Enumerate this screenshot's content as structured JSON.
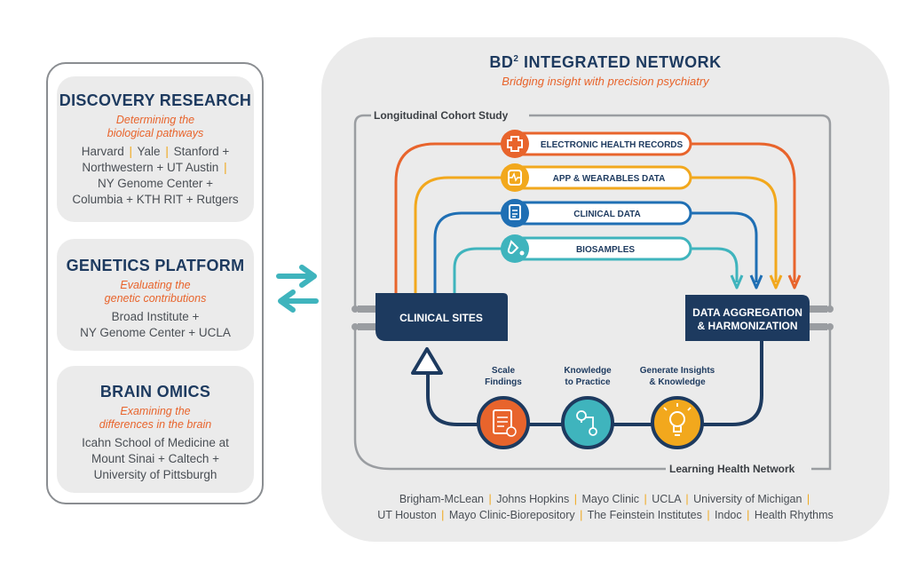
{
  "left_cards": [
    {
      "title": "DISCOVERY RESEARCH",
      "subtitle_lines": [
        "Determining the",
        "biological pathways"
      ],
      "inst_lines": [
        [
          "Harvard",
          "|",
          "Yale",
          "|",
          "Stanford +"
        ],
        [
          "Northwestern + UT Austin",
          "|"
        ],
        [
          "NY Genome Center +"
        ],
        [
          "Columbia + KTH RIT + Rutgers"
        ]
      ]
    },
    {
      "title": "GENETICS PLATFORM",
      "subtitle_lines": [
        "Evaluating the",
        "genetic contributions"
      ],
      "inst_lines": [
        [
          "Broad Institute +"
        ],
        [
          "NY Genome Center + UCLA"
        ]
      ]
    },
    {
      "title": "BRAIN OMICS",
      "subtitle_lines": [
        "Examining the",
        "differences in the brain"
      ],
      "inst_lines": [
        [
          "Icahn School of Medicine at"
        ],
        [
          "Mount Sinai + Caltech +"
        ],
        [
          "University of Pittsburgh"
        ]
      ]
    }
  ],
  "network": {
    "title_main": "BD",
    "title_sup": "2",
    "title_rest": " INTEGRATED NETWORK",
    "subtitle": "Bridging insight with precision psychiatry",
    "cohort_label": "Longitudinal Cohort Study",
    "learning_label": "Learning Health Network",
    "clinical_sites": "CLINICAL SITES",
    "aggregation_line1": "DATA AGGREGATION",
    "aggregation_line2": "& HARMONIZATION",
    "streams": [
      "ELECTRONIC HEALTH RECORDS",
      "APP & WEARABLES DATA",
      "CLINICAL DATA",
      "BIOSAMPLES"
    ],
    "cycle": [
      {
        "line1": "Scale",
        "line2": "Findings"
      },
      {
        "line1": "Knowledge",
        "line2": "to Practice"
      },
      {
        "line1": "Generate Insights",
        "line2": "& Knowledge"
      }
    ],
    "footer_line1": [
      "Brigham-McLean",
      "|",
      "Johns Hopkins",
      "|",
      "Mayo Clinic",
      "|",
      "UCLA",
      "|",
      "University of Michigan",
      "|"
    ],
    "footer_line2": [
      "UT Houston",
      "|",
      "Mayo Clinic-Biorepository",
      "|",
      "The Feinstein Institutes",
      "|",
      "Indoc",
      "|",
      "Health Rhythms"
    ]
  },
  "colors": {
    "navy": "#1d3a5f",
    "orange": "#e8642c",
    "amber": "#f2a81d",
    "blue": "#1f6fb4",
    "teal": "#3fb4bd",
    "gray": "#9a9da1"
  }
}
